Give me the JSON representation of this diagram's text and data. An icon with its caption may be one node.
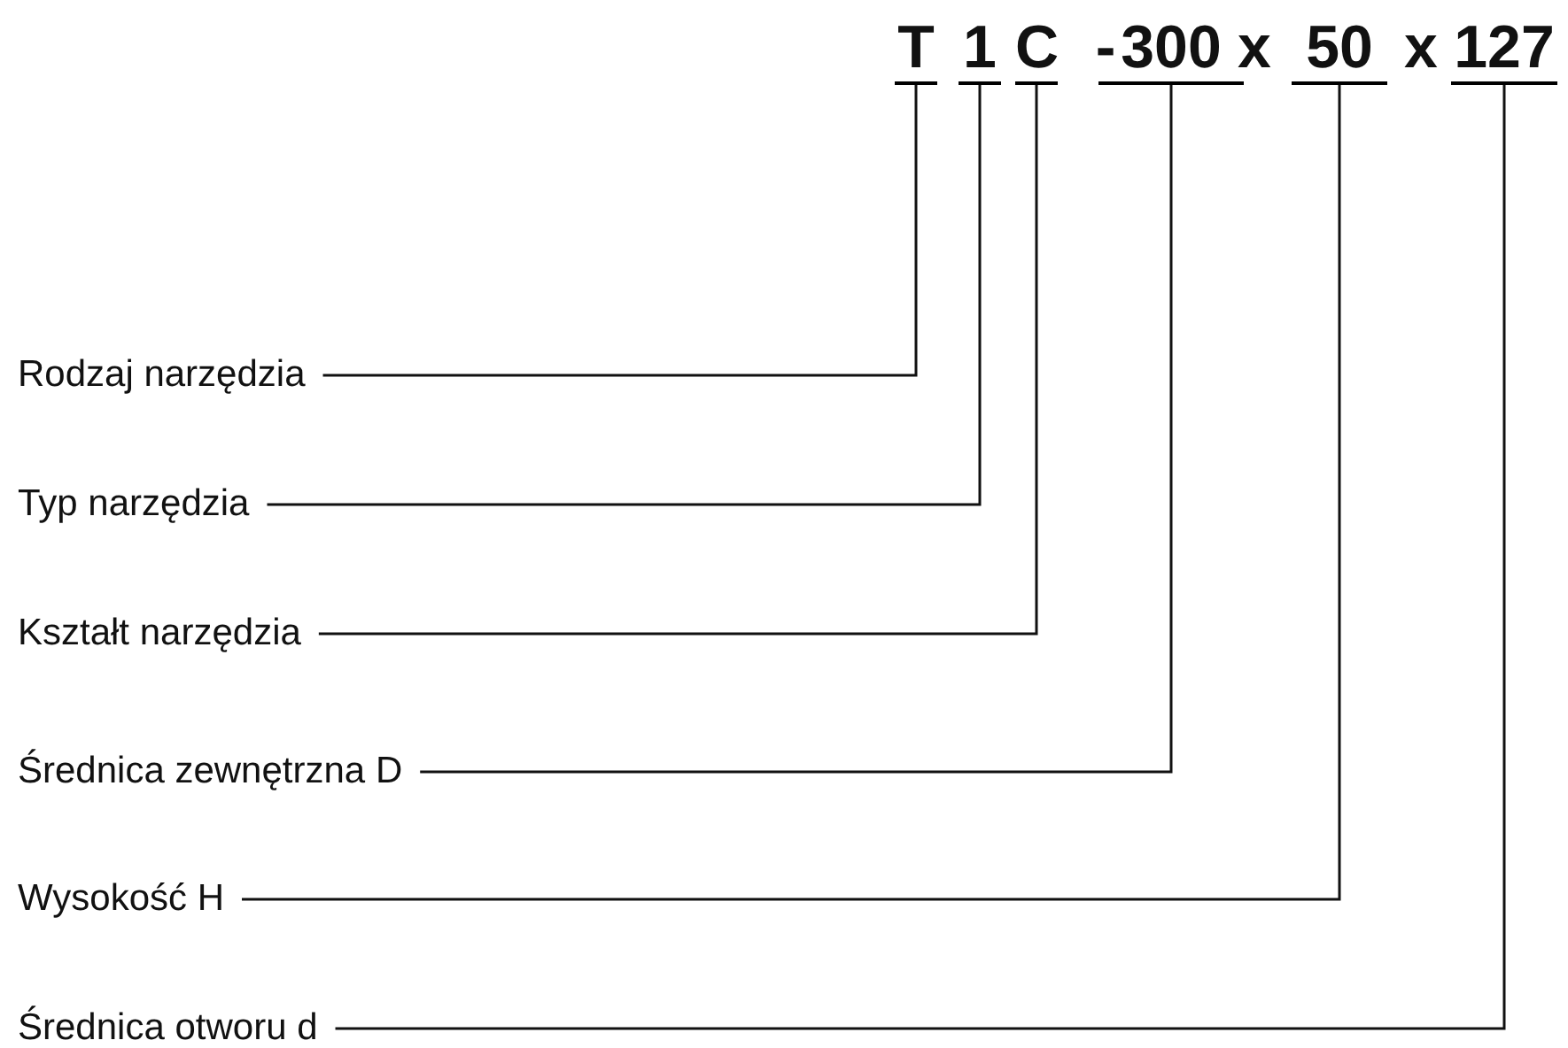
{
  "diagram": {
    "nodes": [
      {
        "text": [
          "T"
        ]
      },
      {
        "text": [
          "1"
        ]
      },
      {
        "text": [
          "C"
        ]
      },
      {
        "text": [
          "300"
        ]
      },
      {
        "text": [
          "50"
        ]
      },
      {
        "text": [
          "127"
        ]
      },
      {
        "text": [
          "Rodzaj narzędzia"
        ]
      },
      {
        "text": [
          "Typ narzędzia"
        ]
      },
      {
        "text": [
          "Kształt narzędzia"
        ]
      },
      {
        "text": [
          "Średnica zewnętrzna D"
        ]
      },
      {
        "text": [
          "Wysokość H"
        ]
      },
      {
        "text": [
          "Średnica otworu d"
        ]
      }
    ],
    "edges": [
      {
        "from": 6,
        "to": 0,
        "arrow": "none"
      },
      {
        "from": 7,
        "to": 1,
        "arrow": "none"
      },
      {
        "from": 8,
        "to": 2,
        "arrow": "none"
      },
      {
        "from": 9,
        "to": 3,
        "arrow": "none"
      },
      {
        "from": 10,
        "to": 4,
        "arrow": "none"
      },
      {
        "from": 11,
        "to": 5,
        "arrow": "none"
      }
    ],
    "labels": [
      "-",
      "x",
      "x"
    ]
  }
}
